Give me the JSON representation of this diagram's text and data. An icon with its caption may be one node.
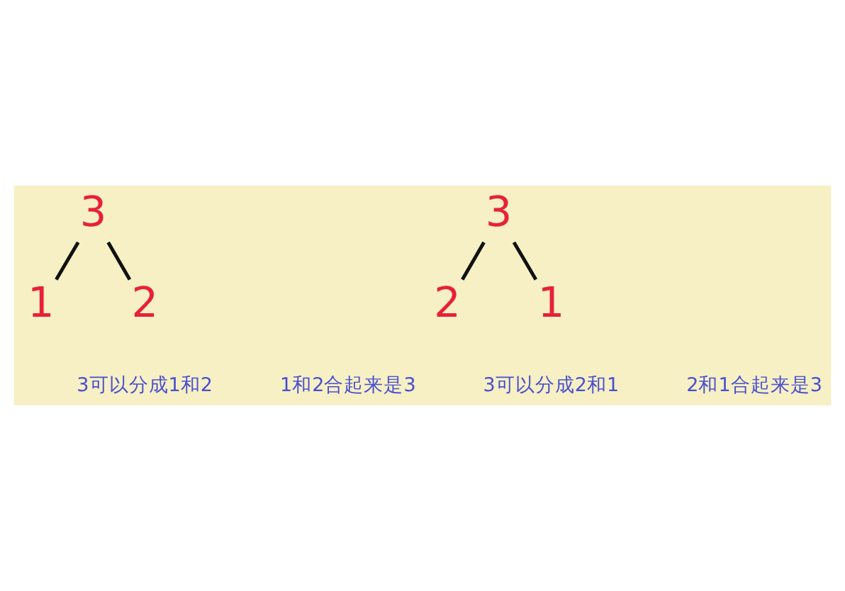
{
  "diagram": {
    "nodes": [
      {
        "text": [
          "3"
        ]
      },
      {
        "text": [
          "1"
        ]
      },
      {
        "text": [
          "2"
        ]
      },
      {
        "text": [
          "3"
        ]
      },
      {
        "text": [
          "2"
        ]
      },
      {
        "text": [
          "1"
        ]
      }
    ],
    "edges": [
      {
        "from": 0,
        "to": 1,
        "arrow": "none"
      },
      {
        "from": 0,
        "to": 2,
        "arrow": "none"
      },
      {
        "from": 3,
        "to": 4,
        "arrow": "none"
      },
      {
        "from": 3,
        "to": 5,
        "arrow": "none"
      }
    ],
    "labels": [
      "3可以分成1和2",
      "3可以分成2和1",
      "1和2合起来是3",
      "2和1合起来是3"
    ]
  }
}
